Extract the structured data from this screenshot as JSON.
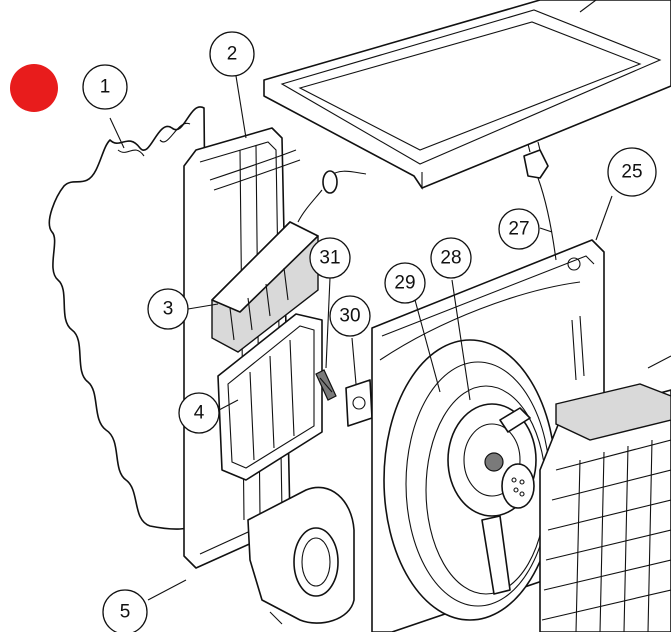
{
  "marker_color": "#e81c1c",
  "callouts": [
    "1",
    "2",
    "3",
    "4",
    "5",
    "25",
    "27",
    "28",
    "29",
    "30",
    "31"
  ]
}
